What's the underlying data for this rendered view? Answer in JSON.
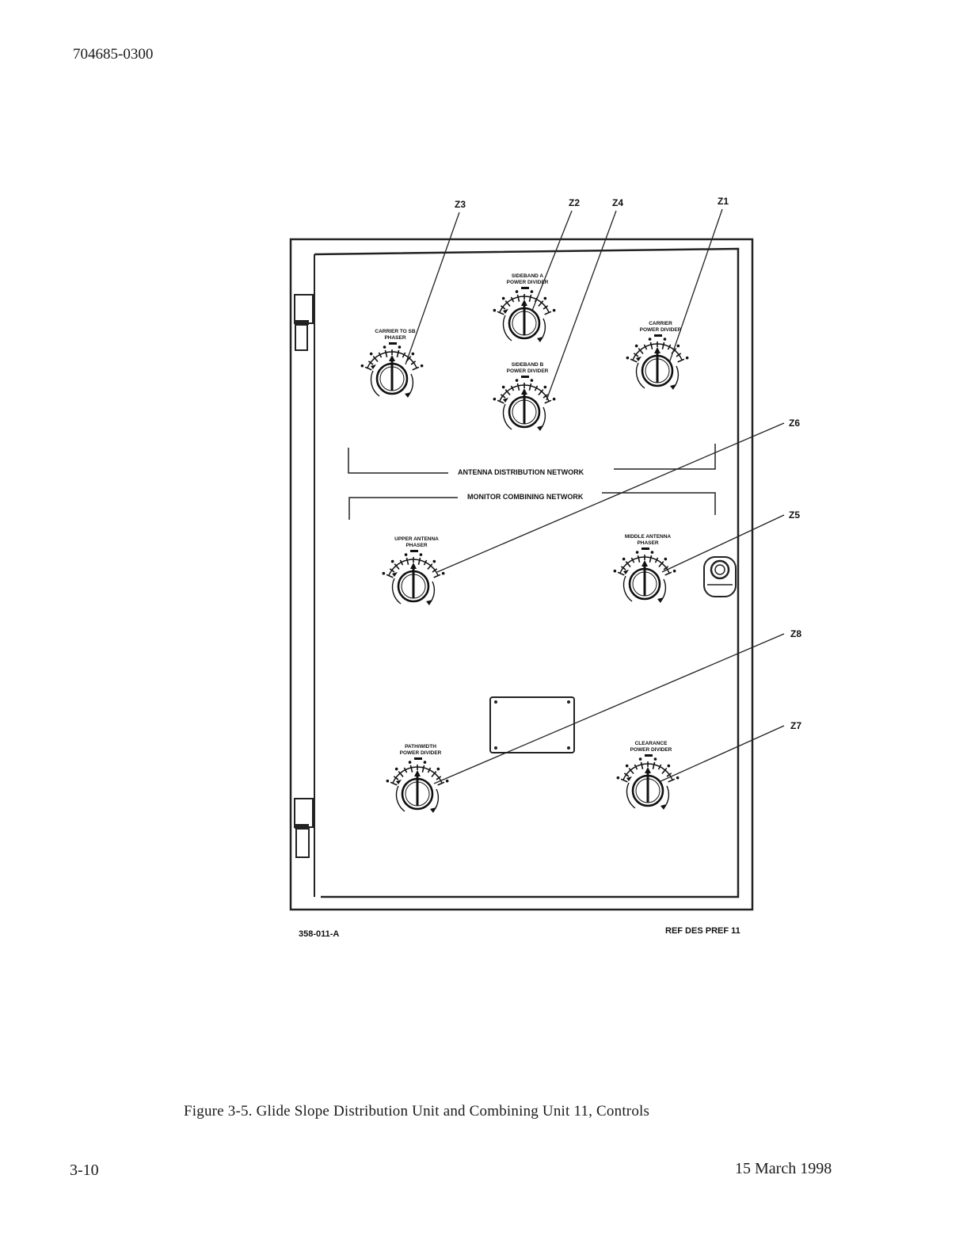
{
  "header": {
    "doc_number": "704685-0300"
  },
  "figure": {
    "callouts": {
      "z3": "Z3",
      "z2": "Z2",
      "z4": "Z4",
      "z1": "Z1",
      "z6": "Z6",
      "z5": "Z5",
      "z8": "Z8",
      "z7": "Z7"
    },
    "network_labels": {
      "antenna": "ANTENNA DISTRIBUTION NETWORK",
      "monitor": "MONITOR COMBINING NETWORK"
    },
    "control_labels": {
      "z3": [
        "CARRIER TO SB",
        "PHASER"
      ],
      "z2": [
        "SIDEBAND A",
        "POWER DIVIDER"
      ],
      "z4": [
        "SIDEBAND B",
        "POWER DIVIDER"
      ],
      "z1": [
        "CARRIER",
        "POWER DIVIDER"
      ],
      "z6": [
        "UPPER ANTENNA",
        "PHASER"
      ],
      "z5": [
        "MIDDLE ANTENNA",
        "PHASER"
      ],
      "z8": [
        "PATH/WIDTH",
        "POWER DIVIDER"
      ],
      "z7": [
        "CLEARANCE",
        "POWER DIVIDER"
      ]
    },
    "drawing_number": "358-011-A",
    "ref_des": "REF DES PREF 11"
  },
  "caption": "Figure 3-5.  Glide Slope Distribution Unit and Combining Unit 11, Controls",
  "footer": {
    "page": "3-10",
    "date": "15 March 1998"
  }
}
